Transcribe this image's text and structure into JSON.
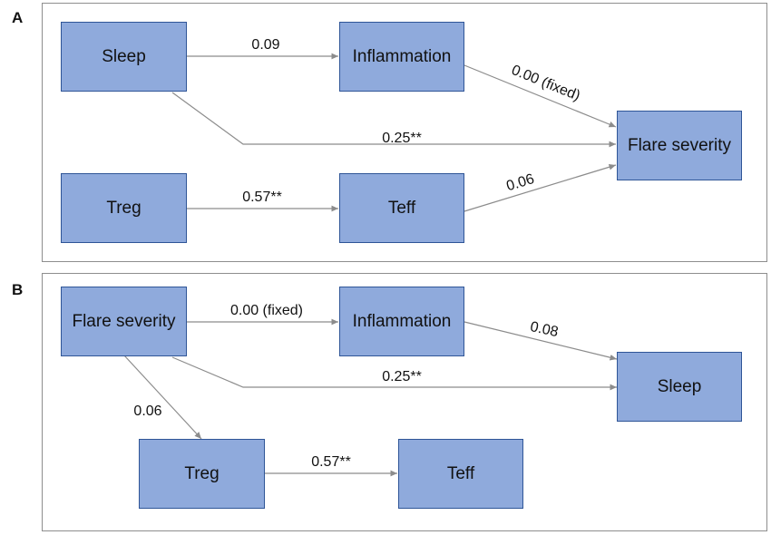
{
  "panels": {
    "a": {
      "label": "A",
      "nodes": {
        "sleep": "Sleep",
        "inflammation": "Inflammation",
        "flare": "Flare severity",
        "treg": "Treg",
        "teff": "Teff"
      },
      "paths": {
        "sleep_inflammation": "0.09",
        "inflammation_flare": "0.00 (fixed)",
        "sleep_flare": "0.25**",
        "treg_teff": "0.57**",
        "teff_flare": "0.06"
      }
    },
    "b": {
      "label": "B",
      "nodes": {
        "flare": "Flare severity",
        "inflammation": "Inflammation",
        "sleep": "Sleep",
        "treg": "Treg",
        "teff": "Teff"
      },
      "paths": {
        "flare_inflammation": "0.00 (fixed)",
        "inflammation_sleep": "0.08",
        "flare_sleep": "0.25**",
        "flare_treg": "0.06",
        "treg_teff": "0.57**"
      }
    }
  }
}
